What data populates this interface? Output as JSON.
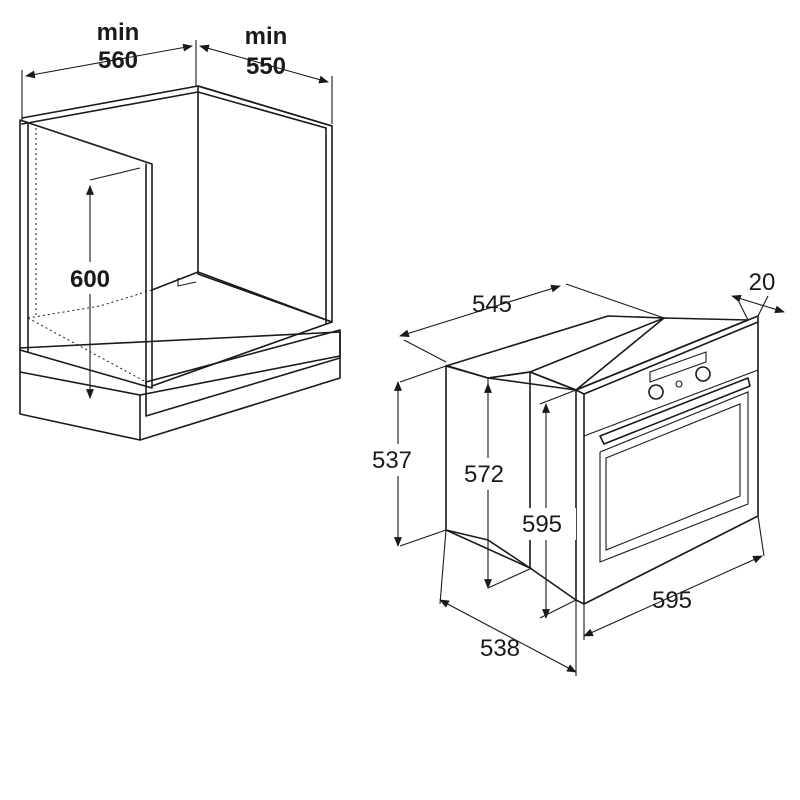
{
  "cabinet": {
    "width_label": "min\n560",
    "width_min": "min",
    "width_value": "560",
    "depth_min": "min",
    "depth_value": "550",
    "height_value": "600"
  },
  "oven": {
    "depth_total": "545",
    "front_thickness": "20",
    "body_height": "537",
    "inner_height": "572",
    "front_height": "595",
    "body_depth": "538",
    "front_width": "595"
  }
}
